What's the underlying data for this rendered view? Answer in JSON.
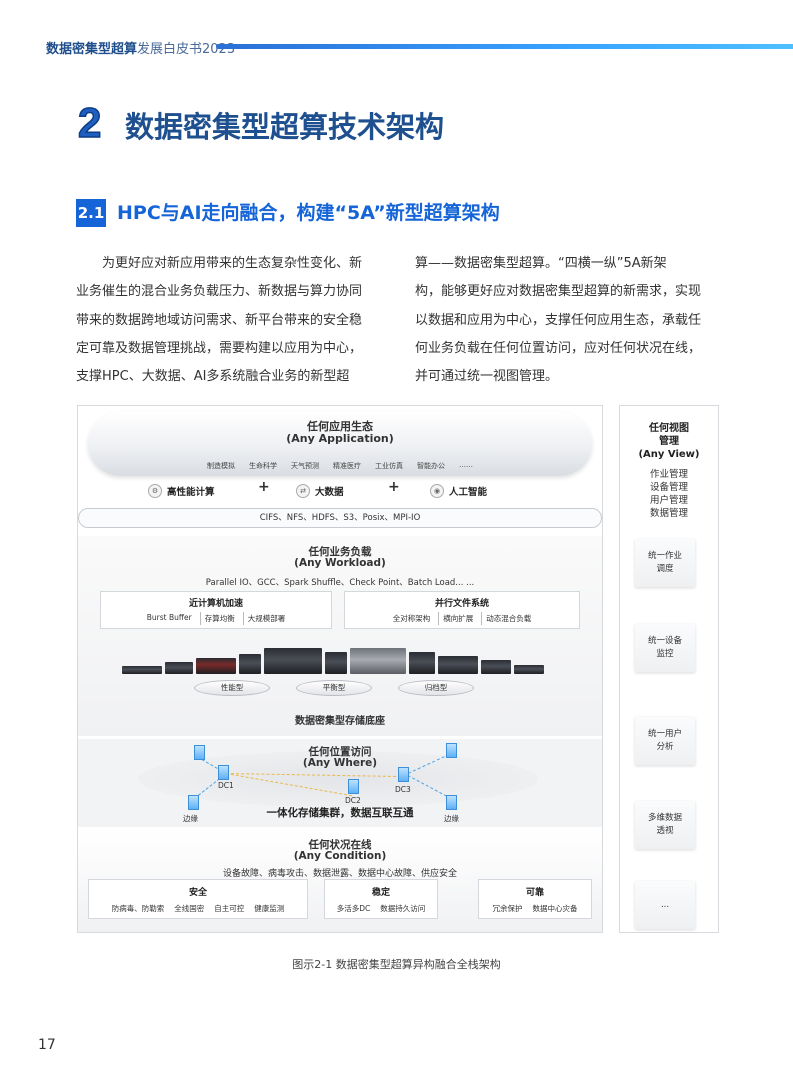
{
  "header": {
    "title_bold": "数据密集型超算",
    "title_rest": "发展白皮书2023"
  },
  "chapter": {
    "number": "2",
    "title": "数据密集型超算技术架构"
  },
  "section": {
    "number": "2.1",
    "title": "HPC与AI走向融合，构建“5A”新型超算架构"
  },
  "body_left": [
    "　　为更好应对新应用带来的生态复杂性变化、新",
    "业务催生的混合业务负载压力、新数据与算力协同",
    "带来的数据跨地域访问需求、新平台带来的安全稳",
    "定可靠及数据管理挑战，需要构建以应用为中心，",
    "支撑HPC、大数据、AI多系统融合业务的新型超"
  ],
  "body_right": [
    "算——数据密集型超算。“四横一纵”5A新架",
    "构，能够更好应对数据密集型超算的新需求，实现",
    "以数据和应用为中心，支撑任何应用生态，承载任",
    "何业务负载在任何位置访问，应对任何状况在线，",
    "并可通过统一视图管理。"
  ],
  "figure": {
    "application": {
      "title": "任何应用生态",
      "title_en": "(Any Application)",
      "apps": [
        "制造模拟",
        "生命科学",
        "天气预测",
        "精准医疗",
        "工业仿真",
        "智能办公",
        "……"
      ],
      "components": [
        "高性能计算",
        "大数据",
        "人工智能"
      ],
      "plus": "+",
      "protocols": "CIFS、NFS、HDFS、S3、Posix、MPI-IO"
    },
    "workload": {
      "title": "任何业务负载",
      "title_en": "(Any Workload)",
      "apps": "Parallel  IO、GCC、Spark Shuffle、Check Point、Batch Load... ...",
      "near": {
        "title": "近计算机加速",
        "items": [
          "Burst Buffer",
          "存算均衡",
          "大规模部署"
        ]
      },
      "pfs": {
        "title": "并行文件系统",
        "items": [
          "全对称架构",
          "横向扩展",
          "动态混合负载"
        ]
      },
      "tiers": [
        "性能型",
        "平衡型",
        "归档型"
      ],
      "base": "数据密集型存储底座"
    },
    "where": {
      "title": "任何位置访问",
      "title_en": "(Any Where)",
      "labels": [
        "DC1",
        "DC2",
        "DC3",
        "边缘",
        "边缘"
      ],
      "bottom": "一体化存储集群，数据互联互通"
    },
    "condition": {
      "title": "任何状况在线",
      "title_en": "(Any Condition)",
      "threats": "设备故障、病毒攻击、数据泄露、数据中心故障、供应安全",
      "groups": [
        {
          "title": "安全",
          "items": [
            "防病毒、防勒索",
            "全线国密",
            "自主可控",
            "健康监测"
          ]
        },
        {
          "title": "稳定",
          "items": [
            "多活多DC",
            "数据持久访问"
          ]
        },
        {
          "title": "可靠",
          "items": [
            "冗余保护",
            "数据中心灾备"
          ]
        }
      ]
    },
    "view": {
      "title": "任何视图管理",
      "title_en": "(Any View)",
      "list": [
        "作业管理",
        "设备管理",
        "用户管理",
        "数据管理"
      ],
      "boxes": [
        "统一作业调度",
        "统一设备监控",
        "统一用户分析",
        "多维数据透视",
        "..."
      ]
    },
    "caption": "图示2-1 数据密集型超算异构融合全栈架构"
  },
  "page_number": "17",
  "colors": {
    "brand_blue": "#1565d8",
    "title_navy": "#1e4f8f"
  }
}
